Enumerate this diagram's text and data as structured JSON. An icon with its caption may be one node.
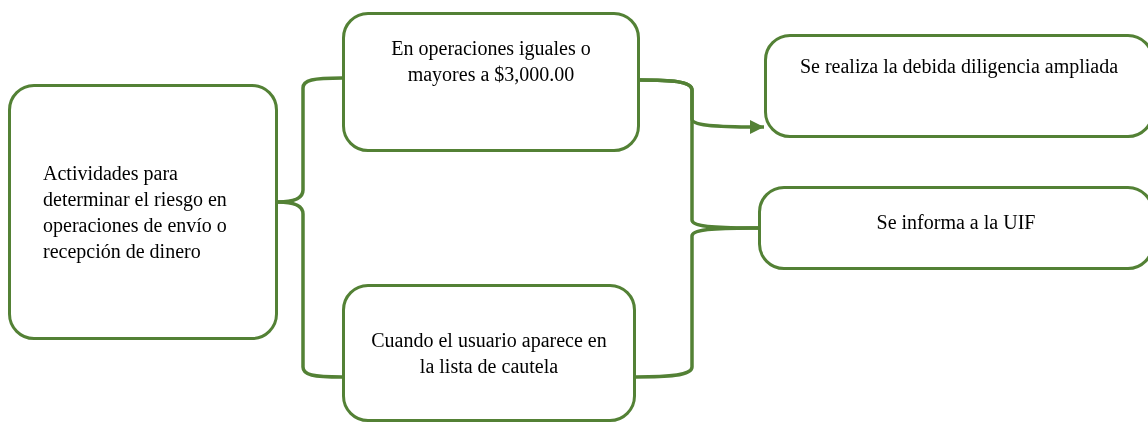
{
  "diagram": {
    "nodes": [
      {
        "text": [
          "Actividades para determinar el riesgo en operaciones de envío o recepción de dinero"
        ]
      },
      {
        "text": [
          "En operaciones iguales o mayores a $3,000.00"
        ]
      },
      {
        "text": [
          "Cuando el usuario aparece en la lista de cautela"
        ]
      },
      {
        "text": [
          "Se realiza la debida diligencia ampliada"
        ]
      },
      {
        "text": [
          "Se informa a la UIF"
        ]
      }
    ],
    "edges": [
      {
        "from": 0,
        "to": 1,
        "arrow": "none"
      },
      {
        "from": 0,
        "to": 2,
        "arrow": "none"
      },
      {
        "from": 1,
        "to": 3,
        "arrow": "to"
      },
      {
        "from": 1,
        "to": 4,
        "arrow": "none"
      },
      {
        "from": 2,
        "to": 4,
        "arrow": "none"
      }
    ]
  }
}
